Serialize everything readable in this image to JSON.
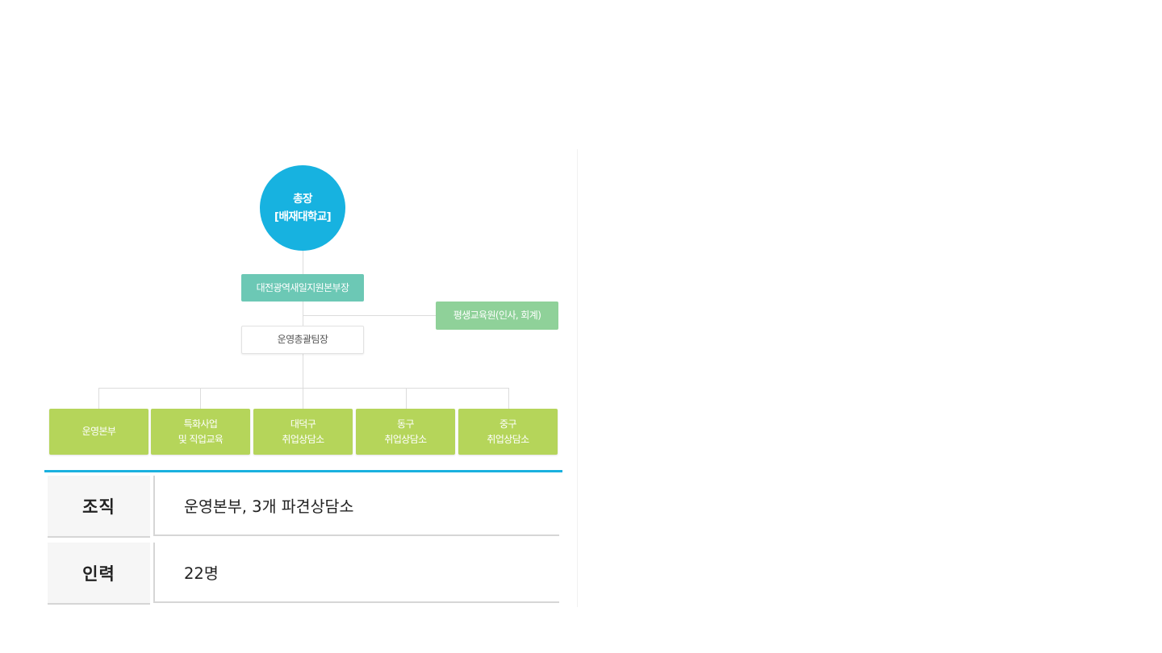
{
  "org_chart": {
    "president": {
      "line1": "총장",
      "line2": "[배재대학교]"
    },
    "headquarters": "대전광역새일지원본부장",
    "lifelong_institute": "평생교육원(인사, 회계)",
    "operations_lead": "운영총괄팀장",
    "units": [
      {
        "line1": "운영본부",
        "line2": ""
      },
      {
        "line1": "특화사업",
        "line2": "및 직업교육"
      },
      {
        "line1": "대덕구",
        "line2": "취업상담소"
      },
      {
        "line1": "동구",
        "line2": "취업상담소"
      },
      {
        "line1": "중구",
        "line2": "취업상담소"
      }
    ]
  },
  "info_table": [
    {
      "label": "조직",
      "value": "운영본부, 3개 파견상담소"
    },
    {
      "label": "인력",
      "value": "22명"
    }
  ],
  "colors": {
    "president": "#17b2e0",
    "headquarters": "#6cc8b5",
    "lifelong": "#8fd199",
    "units": "#b5d55a",
    "accent_line": "#1ab1df"
  }
}
